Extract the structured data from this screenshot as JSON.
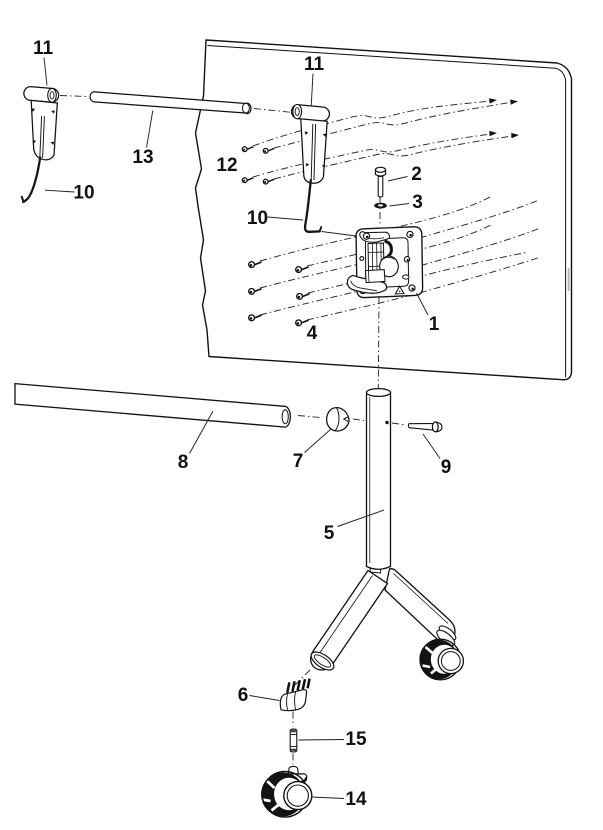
{
  "diagram": {
    "kind": "exploded-assembly-parts-diagram",
    "colors": {
      "ink": "#111111",
      "paper": "#ffffff",
      "edge_shade": "#b0b0b0"
    }
  },
  "callouts": [
    {
      "text": "1",
      "part": "mounting-plate"
    },
    {
      "text": "2",
      "part": "locking-bolt"
    },
    {
      "text": "3",
      "part": "lock-washer"
    },
    {
      "text": "4",
      "part": "plate-screws"
    },
    {
      "text": "5",
      "part": "leg-column"
    },
    {
      "text": "6",
      "part": "leg-end-plug"
    },
    {
      "text": "7",
      "part": "tube-end-cap"
    },
    {
      "text": "8",
      "part": "crossbar-tube"
    },
    {
      "text": "9",
      "part": "fixing-bolt"
    },
    {
      "text": "10",
      "part": "release-pin-left"
    },
    {
      "text": "10",
      "part": "release-pin-right"
    },
    {
      "text": "11",
      "part": "hook-bracket-left"
    },
    {
      "text": "11",
      "part": "hook-bracket-right"
    },
    {
      "text": "12",
      "part": "bracket-screws"
    },
    {
      "text": "13",
      "part": "support-rod"
    },
    {
      "text": "14",
      "part": "caster-wheel"
    },
    {
      "text": "15",
      "part": "caster-axle-pin"
    }
  ]
}
